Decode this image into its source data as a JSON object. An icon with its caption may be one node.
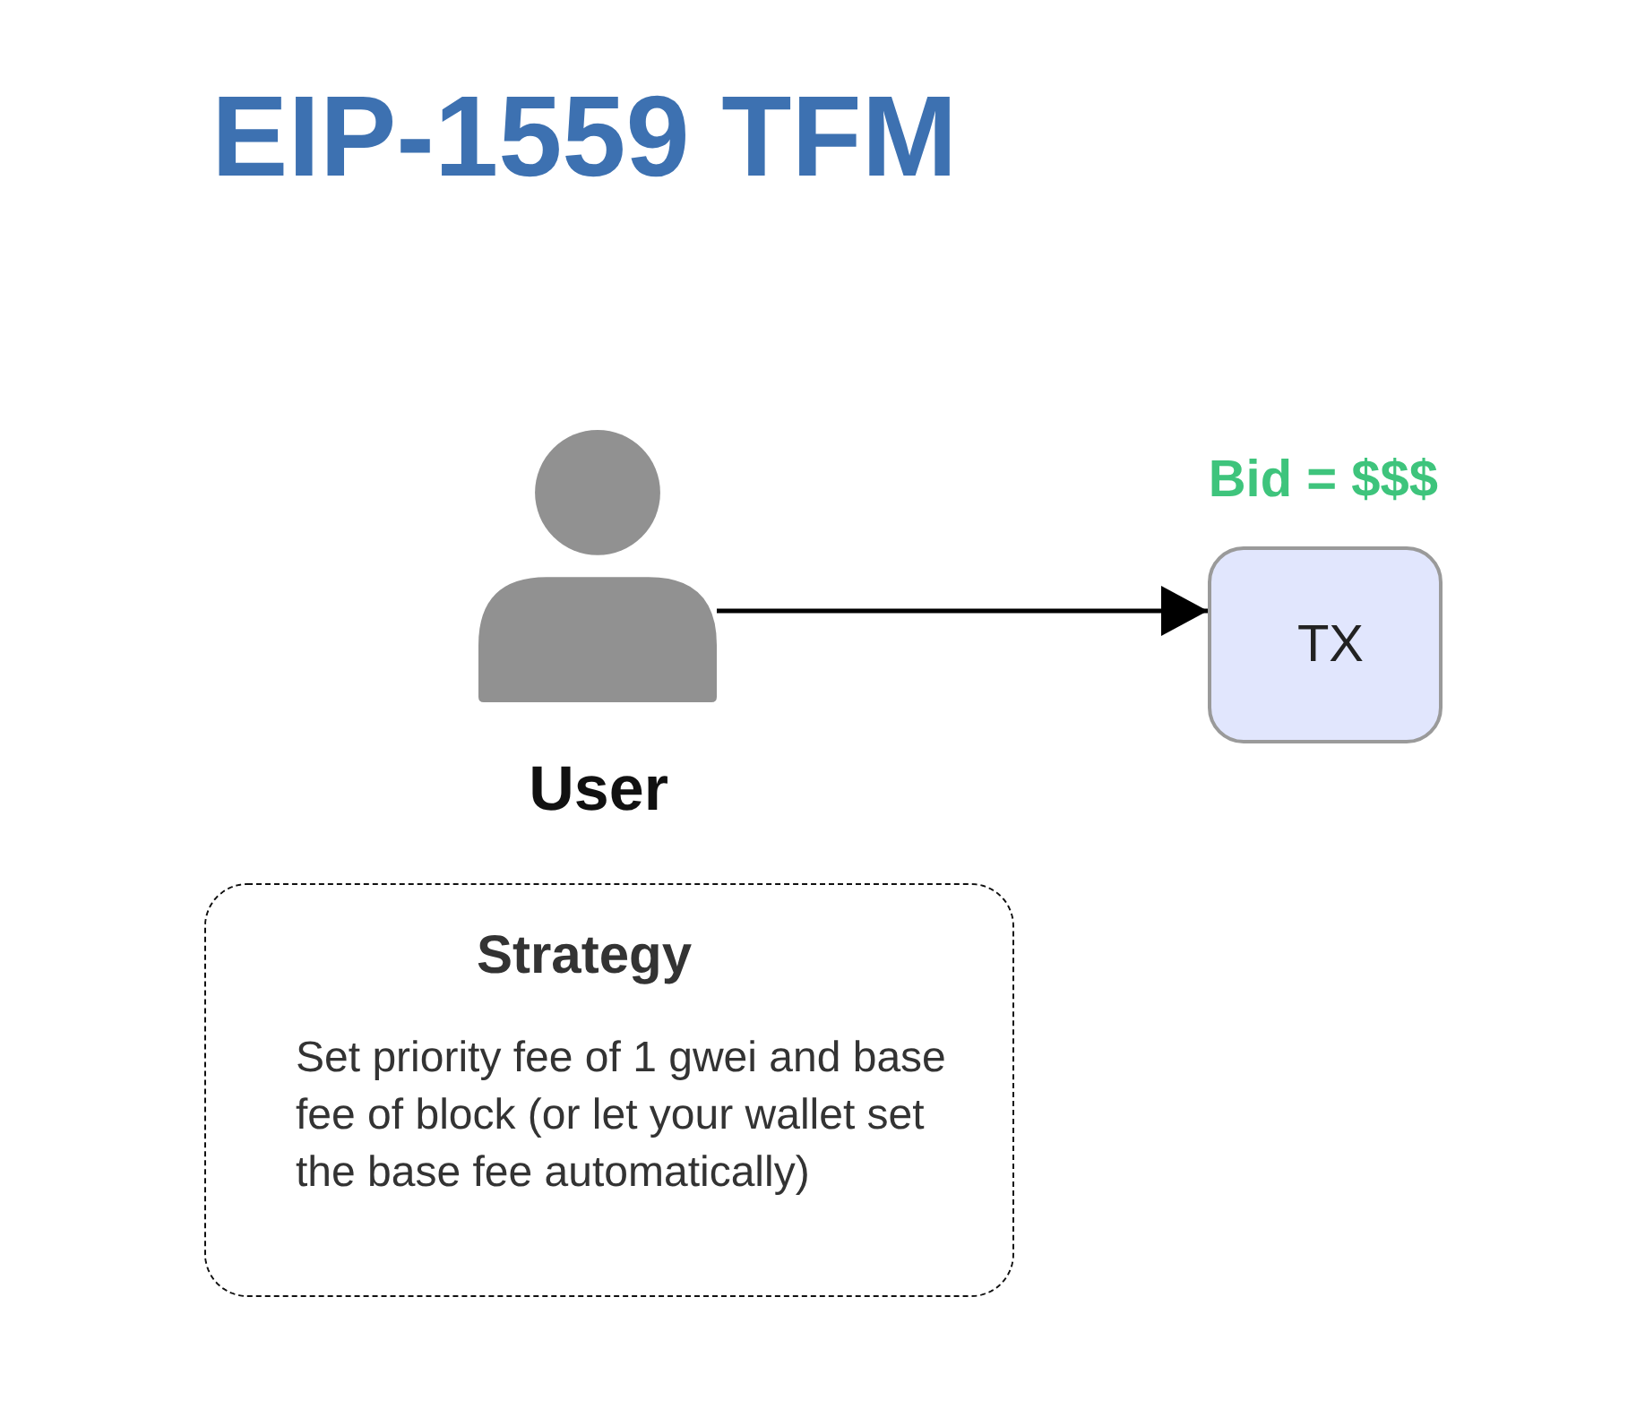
{
  "diagram": {
    "title": "EIP-1559 TFM",
    "nodes": [
      {
        "text": [],
        "shape": "person",
        "beside": [
          "User"
        ]
      },
      {
        "text": [
          "TX"
        ],
        "beside": [
          "Bid = $$$"
        ]
      },
      {
        "text": [
          "Strategy",
          "Set priority fee of 1 gwei and base fee of block (or let your wallet set the base fee automatically)"
        ]
      }
    ],
    "edges": [
      {
        "from": 0,
        "to": 1,
        "arrow": "to"
      }
    ]
  }
}
